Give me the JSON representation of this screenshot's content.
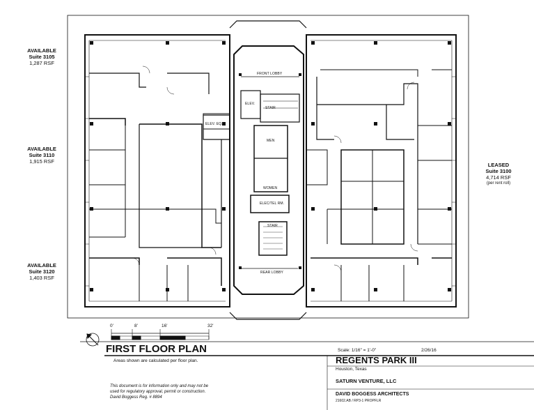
{
  "suites": {
    "s3105": {
      "status": "AVAILABLE",
      "name": "Suite 3105",
      "area": "1,287 RSF"
    },
    "s3110": {
      "status": "AVAILABLE",
      "name": "Suite 3110",
      "area": "1,915 RSF"
    },
    "s3120": {
      "status": "AVAILABLE",
      "name": "Suite 3120",
      "area": "1,403 RSF"
    },
    "s3100": {
      "status": "LEASED",
      "name": "Suite 3100",
      "area": "4,714 RSF",
      "note": "(per rent roll)"
    }
  },
  "rooms": {
    "front_lobby": "FRONT LOBBY",
    "elev": "ELEV.",
    "stair_top": "STAIR",
    "elev_eq": "ELEV. EQ.",
    "men": "MEN",
    "women": "WOMEN",
    "elec_tel": "ELEC/TEL RM.",
    "stair_bottom": "STAIR",
    "rear_lobby": "REAR LOBBY"
  },
  "scale_bar": {
    "ticks": [
      "0'",
      "8'",
      "16'",
      "32'"
    ]
  },
  "title_block": {
    "plan_title": "FIRST FLOOR PLAN",
    "areas_note": "Areas shown are calculated per floor plan.",
    "scale": "Scale: 1/16\" = 1'-0\"",
    "date": "2/26/16",
    "project": "REGENTS PARK III",
    "location": "Houston, Texas",
    "owner": "SATURN VENTURE, LLC",
    "architect": "DAVID BOGGESS ARCHITECTS",
    "file_ref": "21602.AB / RP3-1 PROPFLR",
    "disclaimer_1": "This document is for information only and may not be",
    "disclaimer_2": "used for regulatory approval, permit or construction.",
    "disclaimer_3": "David Boggess Reg. # 8894"
  }
}
